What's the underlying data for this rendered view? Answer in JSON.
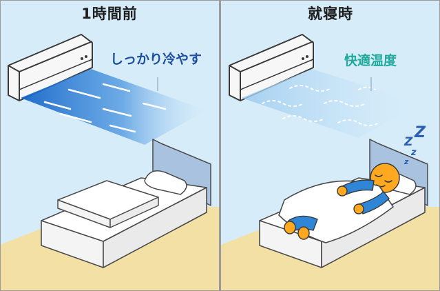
{
  "left_panel": {
    "title": "1時間前",
    "caption": "しっかり冷やす",
    "caption_color": "#1d4f9e",
    "airflow": "strong"
  },
  "right_panel": {
    "title": "就寝時",
    "caption": "快適温度",
    "caption_color": "#1faa9c",
    "airflow": "gentle",
    "sleep_marks": [
      "Z",
      "Z",
      "z",
      "z"
    ]
  },
  "colors": {
    "wall": "#d6ecf9",
    "floor": "#f3e0a4",
    "divider": "#9a9a9a",
    "person": "#ffa820",
    "pajamas": "#2f86d6"
  }
}
